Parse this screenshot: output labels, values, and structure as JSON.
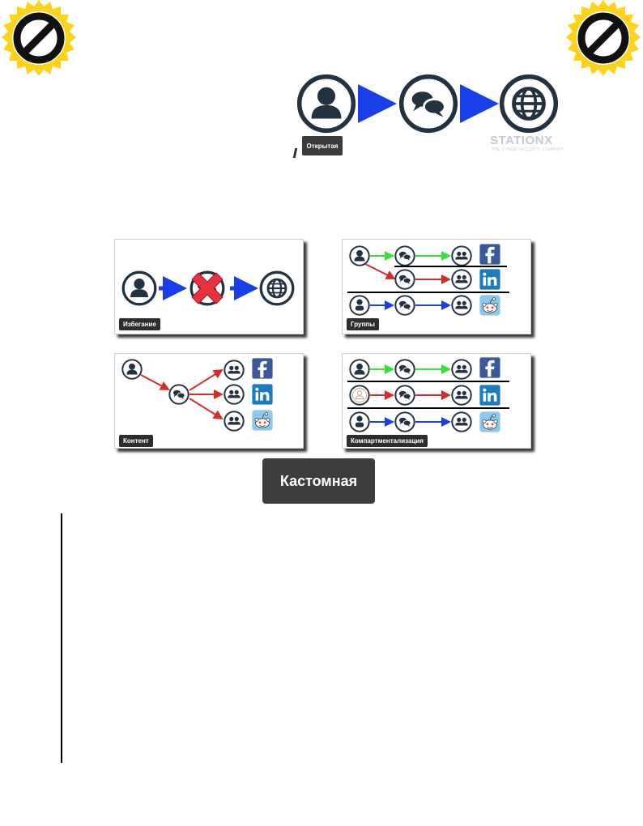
{
  "title_diagram": {
    "label": "Открытая",
    "watermark": {
      "main": "STATIONX",
      "sub": "THE CYBER SECURITY COMPANY"
    }
  },
  "cards": [
    {
      "id": "avoidance",
      "label": "Избегание"
    },
    {
      "id": "groups",
      "label": "Группы"
    },
    {
      "id": "content",
      "label": "Контент"
    },
    {
      "id": "compartmentalization",
      "label": "Компартментализация"
    }
  ],
  "custom_button": {
    "label": "Кастомная"
  },
  "icons": {
    "prohibited": "prohibited-icon",
    "user": "user-icon",
    "chat": "chat-icon",
    "globe": "globe-icon",
    "group": "group-icon",
    "facebook": "facebook-icon",
    "linkedin": "linkedin-icon",
    "reddit": "reddit-icon"
  },
  "colors": {
    "dark": "#233240",
    "blue": "#1a3fe8",
    "green": "#35e335",
    "red": "#d82a2a",
    "badge_yellow": "#ffd21c",
    "facebook": "#3b5998",
    "linkedin": "#1d7cbf",
    "reddit_bg": "#8ec8ee"
  }
}
